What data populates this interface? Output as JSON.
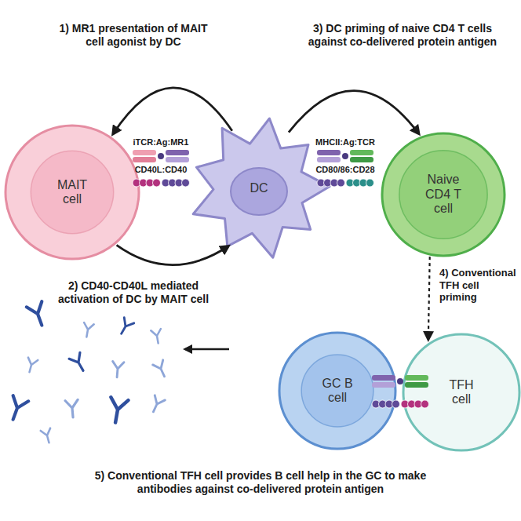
{
  "diagram": {
    "nodes": [
      {
        "text": [
          "MAIT cell"
        ]
      },
      {
        "text": [
          "DC"
        ]
      },
      {
        "text": [
          "Naive CD4 T cell"
        ]
      },
      {
        "text": [
          "GC B cell"
        ]
      },
      {
        "text": [
          "TFH cell"
        ]
      }
    ],
    "edges": [
      {
        "from": 1,
        "to": 0,
        "arrow": "to"
      },
      {
        "from": 0,
        "to": 1,
        "arrow": "to"
      },
      {
        "from": 1,
        "to": 2,
        "arrow": "to"
      },
      {
        "from": 2,
        "to": 4,
        "arrow": "to"
      }
    ],
    "labels": [
      "1) MR1 presentation of MAIT cell agonist by DC",
      "3) DC priming of naive CD4 T cells against co-delivered protein antigen",
      "iTCR:Ag:MR1",
      "CD40L:CD40",
      "MHCII:Ag:TCR",
      "CD80/86:CD28",
      "2) CD40-CD40L mediated activation of DC by MAIT cell",
      "4) Conventional TFH cell priming",
      "5) Conventional TFH cell provides B cell help in the GC to make antibodies against co-delivered protein antigen"
    ]
  }
}
